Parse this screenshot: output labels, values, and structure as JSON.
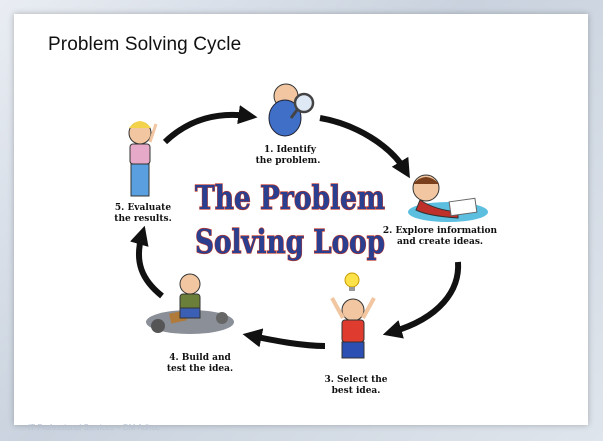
{
  "slide": {
    "title": "Problem Solving Cycle",
    "footer": "IT Professional Services – DM Adhoc"
  },
  "diagram": {
    "center_title_line1": "The Problem",
    "center_title_line2": "Solving Loop",
    "steps": [
      {
        "line1": "1. Identify",
        "line2": "the problem."
      },
      {
        "line1": "2. Explore information",
        "line2": "and create ideas."
      },
      {
        "line1": "3. Select the",
        "line2": "best idea."
      },
      {
        "line1": "4. Build and",
        "line2": "test the idea."
      },
      {
        "line1": "5. Evaluate",
        "line2": "the results."
      }
    ]
  },
  "colors": {
    "center_title_fill": "#2a3f8f",
    "center_title_outline": "#c0392b",
    "arrow": "#111111"
  }
}
